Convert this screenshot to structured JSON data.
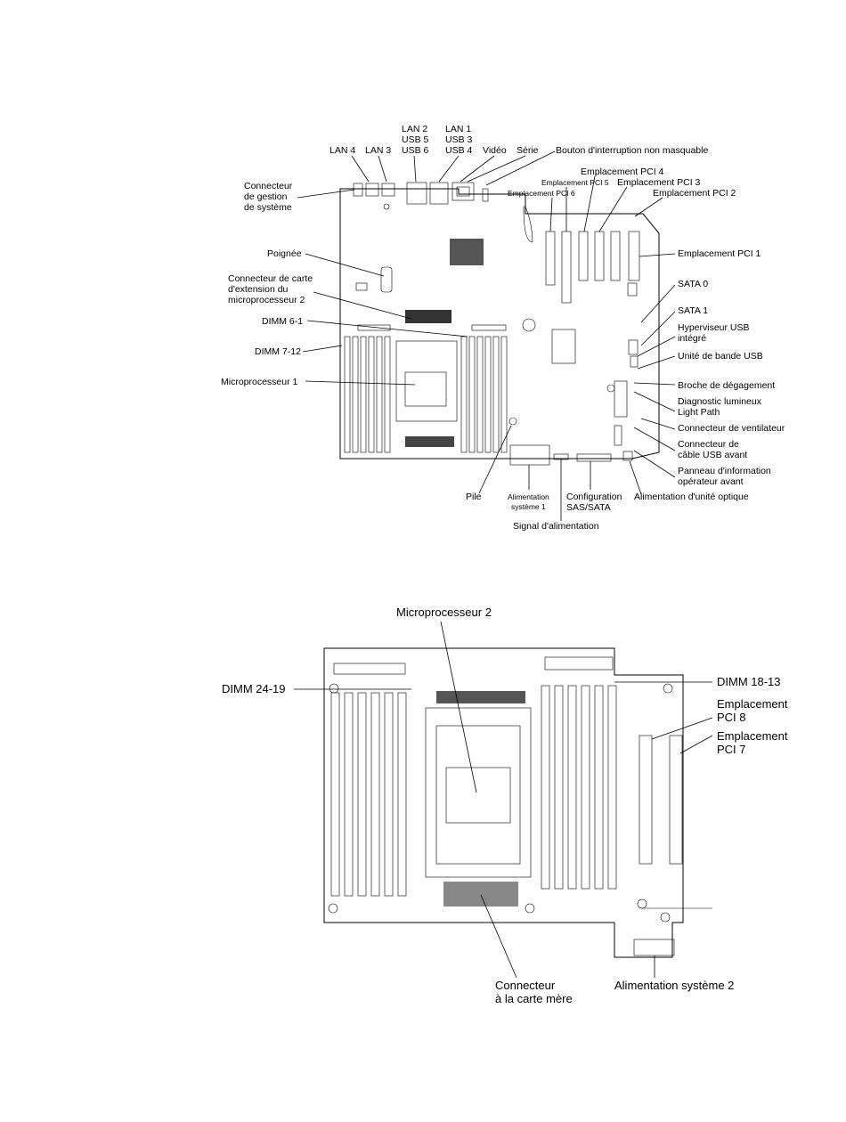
{
  "board1": {
    "lan4": "LAN 4",
    "lan3": "LAN 3",
    "lan2": [
      "LAN 2",
      "USB 5",
      "USB 6"
    ],
    "lan1": [
      "LAN 1",
      "USB 3",
      "USB 4"
    ],
    "video": "Vidéo",
    "serie": "Série",
    "nmi": "Bouton d'interruption non masquable",
    "mgmt": [
      "Connecteur",
      "de gestion",
      "de système"
    ],
    "pci4": "Emplacement PCI 4",
    "pci5": "Emplacement PCI 5",
    "pci6": "Emplacement PCI 6",
    "pci3": "Emplacement PCI 3",
    "pci2": "Emplacement PCI 2",
    "pci1": "Emplacement PCI 1",
    "poignee": "Poignée",
    "cpu2conn": [
      "Connecteur de carte",
      "d'extension du",
      "microprocesseur 2"
    ],
    "dimm61": "DIMM 6-1",
    "dimm712": "DIMM 7-12",
    "cpu1": "Microprocesseur 1",
    "sata0": "SATA 0",
    "sata1": "SATA 1",
    "hypervisor": [
      "Hyperviseur USB",
      "intégré"
    ],
    "usbtape": "Unité de bande USB",
    "release": "Broche de dégagement",
    "diag": [
      "Diagnostic lumineux",
      "Light Path"
    ],
    "fan": "Connecteur de ventilateur",
    "frontusb": [
      "Connecteur de",
      "câble USB avant"
    ],
    "opanel": [
      "Panneau d'information",
      "opérateur avant"
    ],
    "optpower": "Alimentation d'unité optique",
    "pile": "Pile",
    "syspower1": [
      "Alimentation",
      "système 1"
    ],
    "sassata": [
      "Configuration",
      "SAS/SATA"
    ],
    "powersignal": "Signal d'alimentation"
  },
  "board2": {
    "cpu2": "Microprocesseur 2",
    "dimm2419": "DIMM 24-19",
    "dimm1813": "DIMM 18-13",
    "pci8": [
      "Emplacement",
      "PCI 8"
    ],
    "pci7": [
      "Emplacement",
      "PCI 7"
    ],
    "mbconn": [
      "Connecteur",
      "à la carte mère"
    ],
    "syspower2": "Alimentation système 2"
  }
}
